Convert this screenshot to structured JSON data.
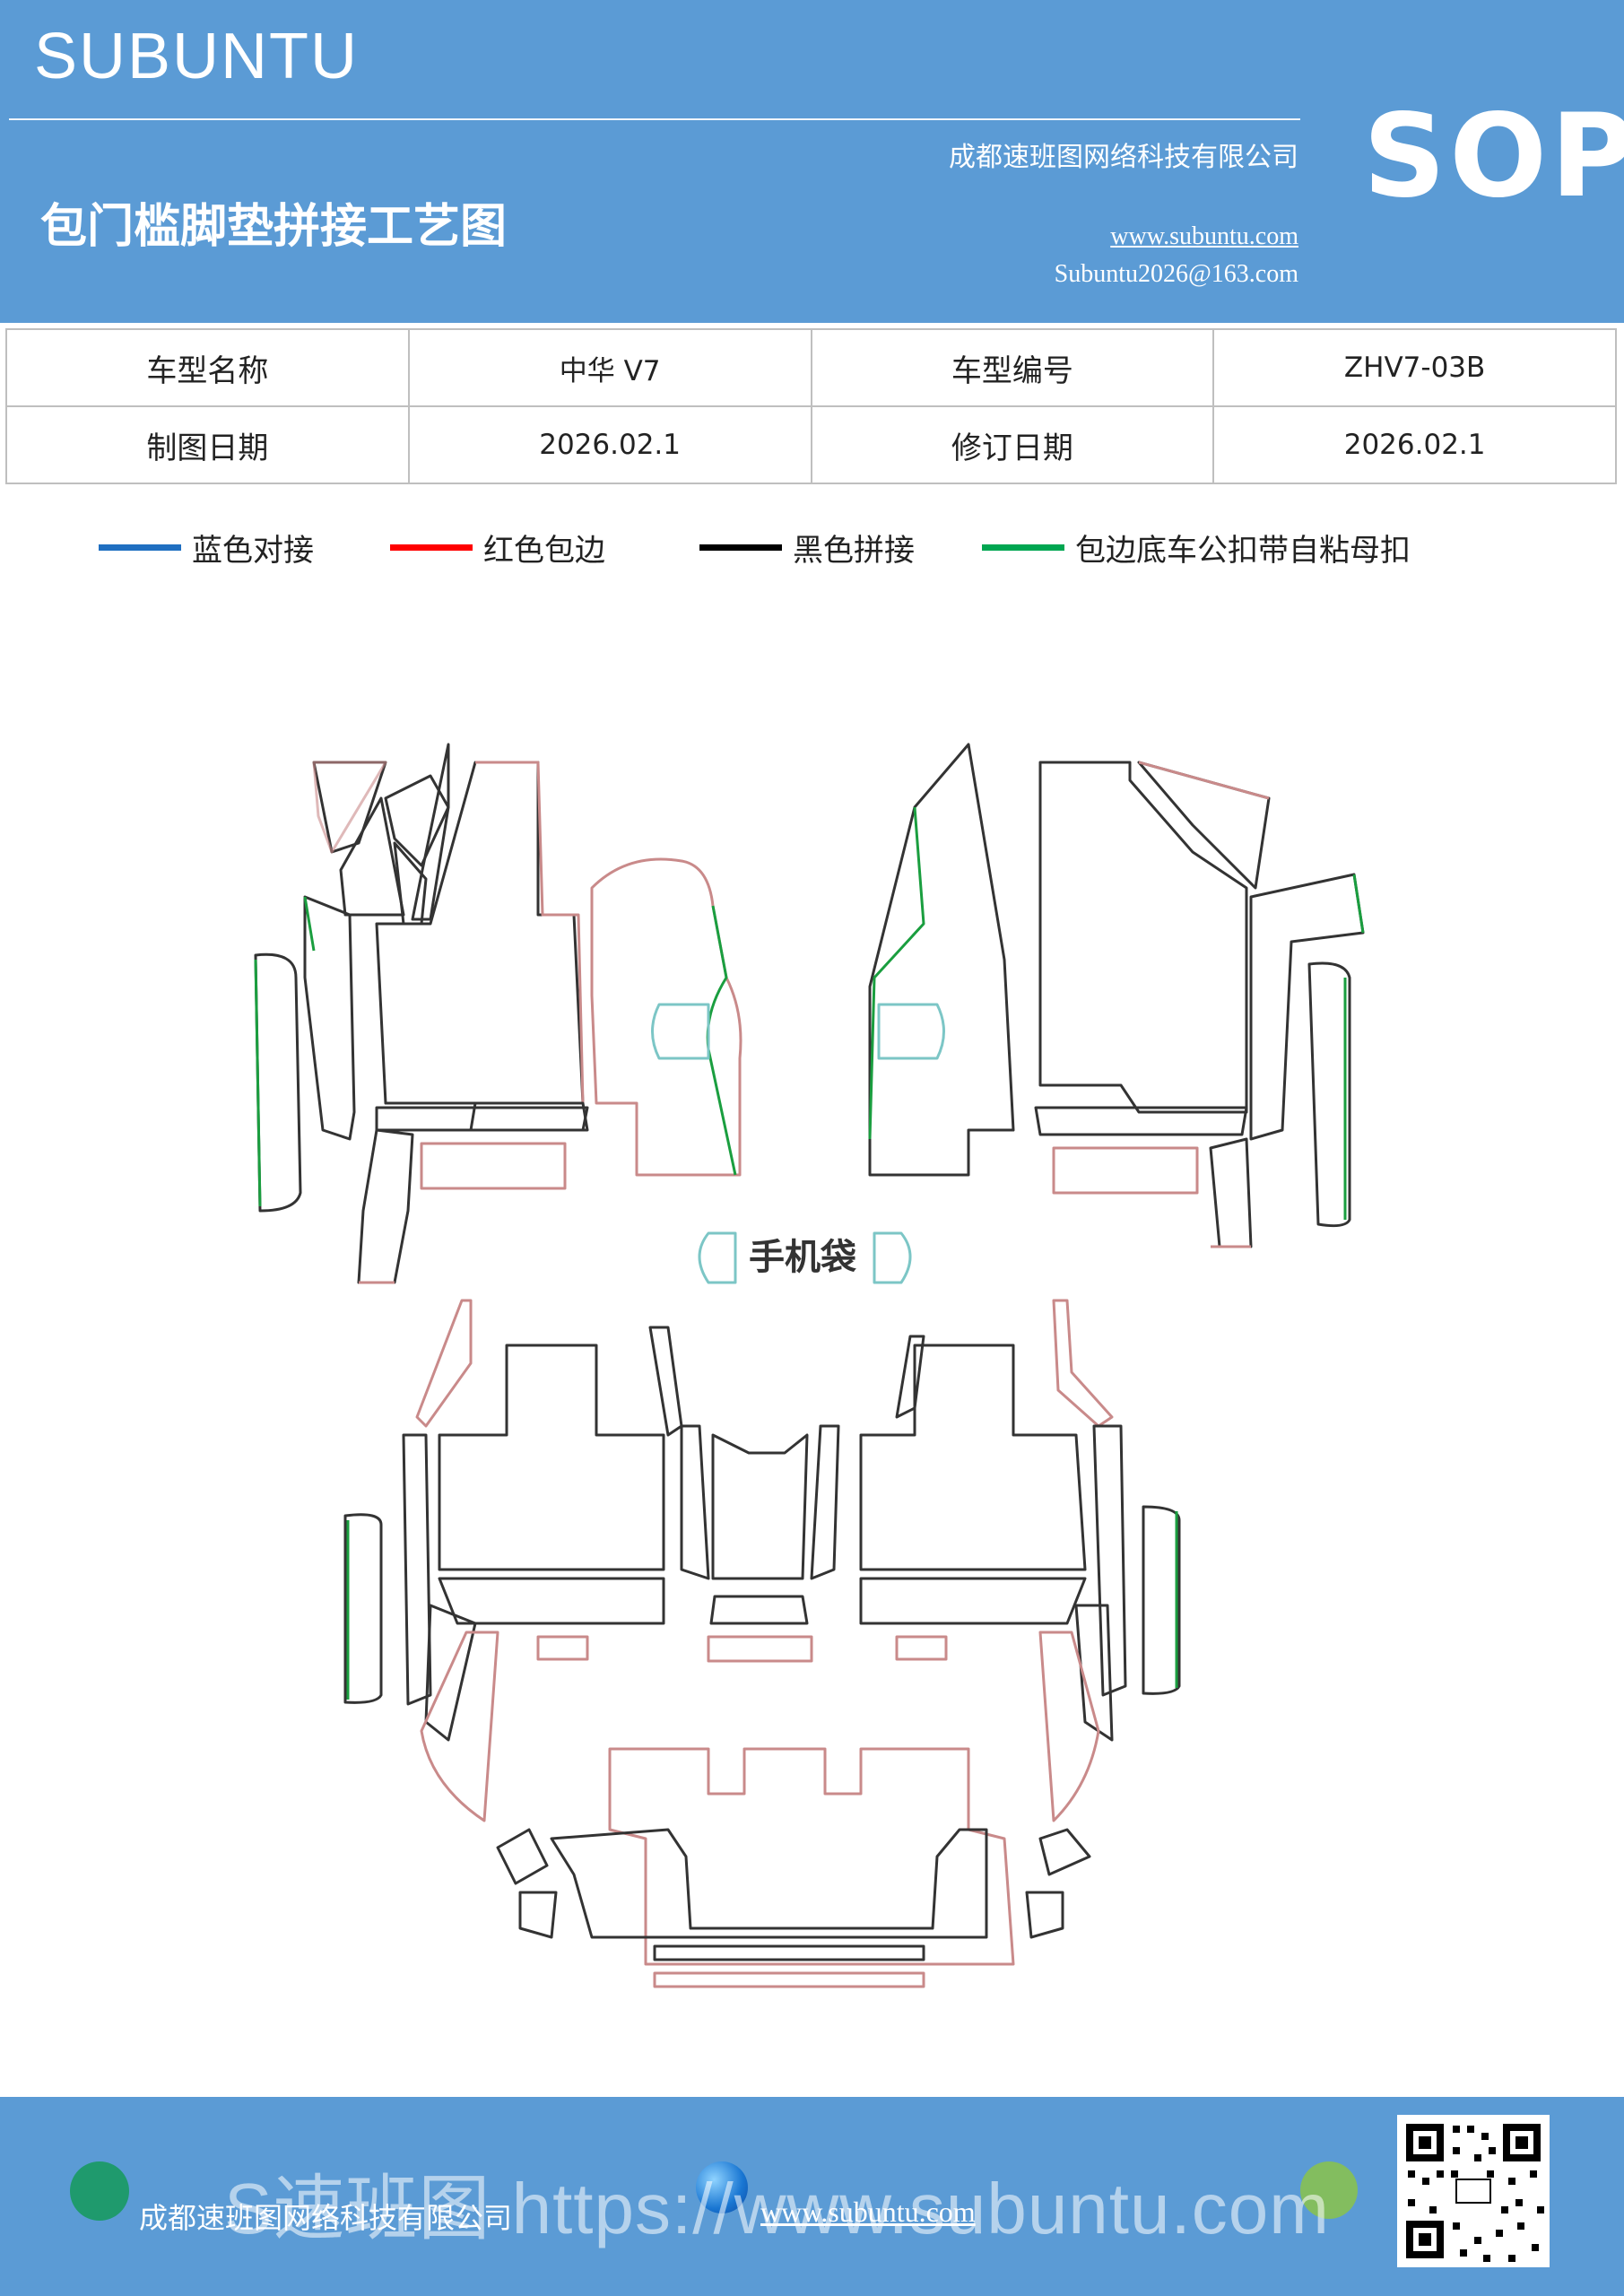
{
  "header": {
    "brand": "SUBUNTU",
    "title": "包门槛脚垫拼接工艺图",
    "company": "成都速班图网络科技有限公司",
    "website": "www.subuntu.com",
    "email": "Subuntu2026@163.com",
    "badge": "SOP"
  },
  "info_table": {
    "rows": [
      [
        "车型名称",
        "中华 V7",
        "车型编号",
        "ZHV7-03B"
      ],
      [
        "制图日期",
        "2026.02.1",
        "修订日期",
        "2026.02.1"
      ]
    ]
  },
  "legend": [
    {
      "label": "蓝色对接",
      "color": "#1f6fc1"
    },
    {
      "label": "红色包边",
      "color": "#ff0000"
    },
    {
      "label": "黑色拼接",
      "color": "#000000"
    },
    {
      "label": "包边底车公扣带自粘母扣",
      "color": "#00a651"
    }
  ],
  "diagram": {
    "center_label": "手机袋",
    "colors": {
      "outline": "#333333",
      "edge": "#c98a8a",
      "green": "#1a9e3f",
      "teal": "#7cc6c6"
    }
  },
  "footer": {
    "watermark": "S速班图 https://www.subuntu.com",
    "company": "成都速班图网络科技有限公司",
    "url": "www.subuntu.com"
  }
}
